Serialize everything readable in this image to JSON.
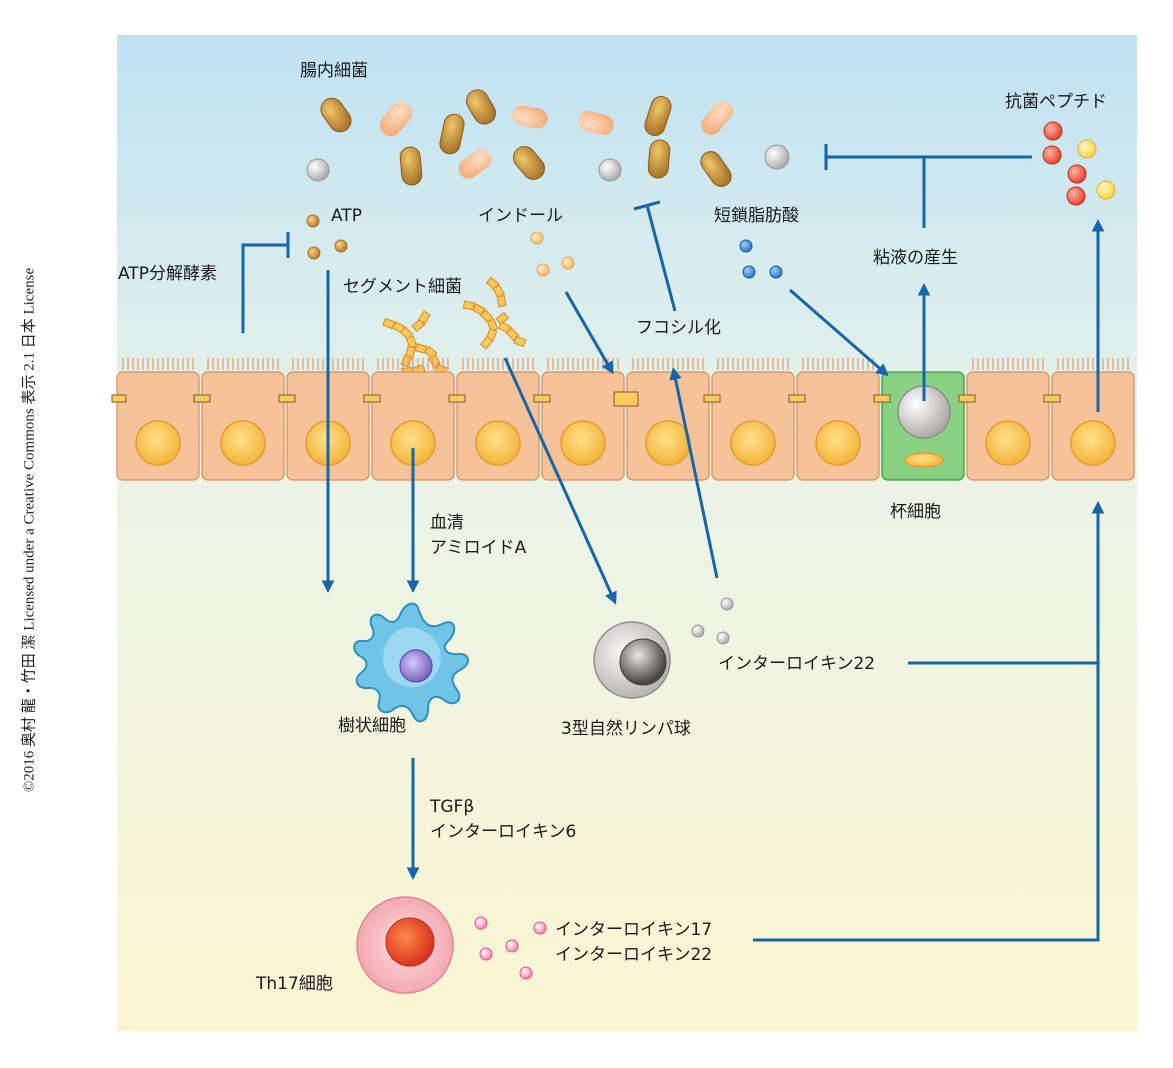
{
  "copyright": "©2016 奥村 龍・竹田 潔 Licensed under a Creative Commons 表示 2.1 日本 License",
  "labels": {
    "gut_bacteria": "腸内細菌",
    "antimicrobial_peptide": "抗菌ペプチド",
    "atp": "ATP",
    "indole": "インドール",
    "scfa": "短鎖脂肪酸",
    "mucus_production": "粘液の産生",
    "atp_degrading_enzyme": "ATP分解酵素",
    "segmented_bacteria": "セグメント細菌",
    "fucosylation": "フコシル化",
    "goblet_cell": "杯細胞",
    "saa_line1": "血清",
    "saa_line2": "アミロイドA",
    "il22_ilc3": "インターロイキン22",
    "dendritic_cell": "樹状細胞",
    "ilc3": "3型自然リンパ球",
    "tgf_line1": "TGFβ",
    "tgf_line2": "インターロイキン6",
    "il17_line1": "インターロイキン17",
    "il17_line2": "インターロイキン22",
    "th17": "Th17細胞"
  },
  "colors": {
    "arrow": "#1565a8",
    "top_bg": "#bfe2f3",
    "bottom_bg": "#fbf6d2",
    "cell_fill": "#f6c299",
    "cell_stroke": "#d98d58",
    "nucleus_outer": "#e99a2c",
    "nucleus_inner": "#fbc95d",
    "bacteria_rod": "#b68032",
    "bacteria_light": "#f3b582",
    "goblet_cell": "#63b860",
    "dendritic_cell": "#6fc4e8",
    "dendritic_nucleus": "#8f7cc6",
    "th17_outer": "#f3a9b2",
    "th17_inner": "#e33e2c",
    "ilc3": "#a8a5a3",
    "peptide_red": "#e33e2c",
    "peptide_yellow": "#ffd23c",
    "scfa_blue": "#1f72c4",
    "il_pink": "#ff79a8"
  },
  "icons": {
    "bacteria": "rod-bacteria-icon",
    "segmented_bacteria": "segmented-filament-icon",
    "epithelial_cell": "epithelial-cell-icon",
    "goblet_cell": "goblet-cell-icon",
    "dendritic_cell": "dendritic-cell-icon",
    "ilc3": "lymphocyte-icon",
    "th17": "th17-cell-icon"
  }
}
